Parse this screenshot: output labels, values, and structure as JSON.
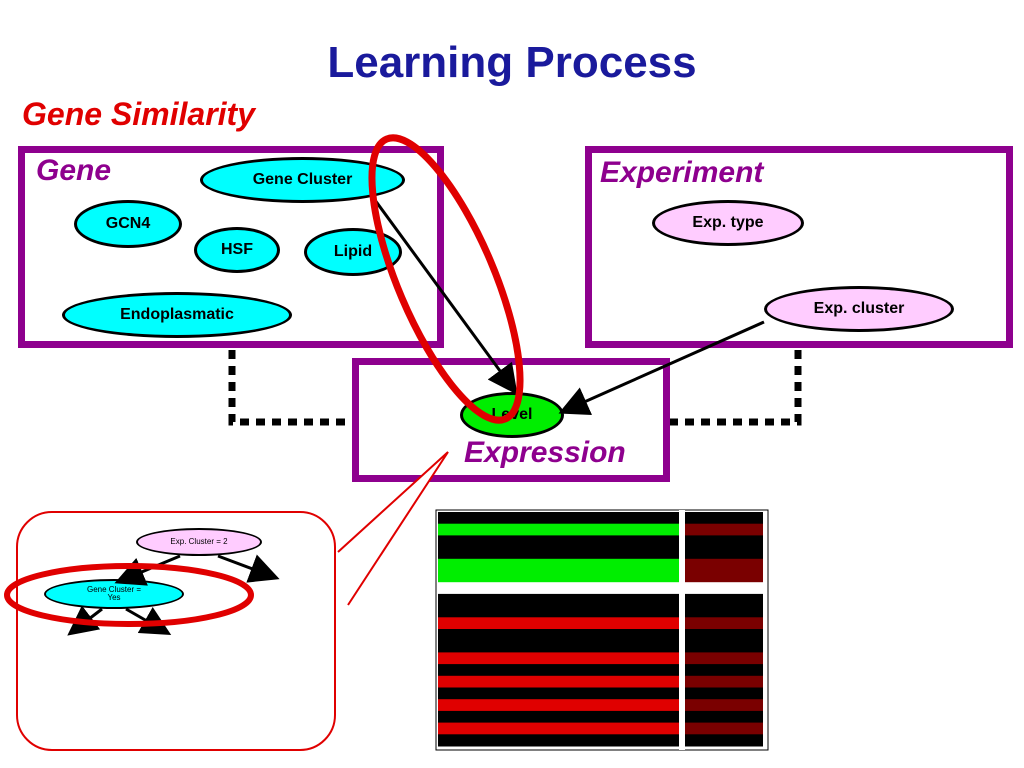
{
  "title": "Learning Process",
  "subtitle": "Gene Similarity",
  "gene_box": {
    "label": "Gene",
    "nodes": {
      "gene_cluster": "Gene Cluster",
      "gcn4": "GCN4",
      "hsf": "HSF",
      "lipid": "Lipid",
      "endoplasmatic": "Endoplasmatic"
    }
  },
  "experiment_box": {
    "label": "Experiment",
    "nodes": {
      "exp_type": "Exp. type",
      "exp_cluster": "Exp. cluster"
    }
  },
  "expression_box": {
    "label": "Expression",
    "nodes": {
      "level": "Level"
    }
  },
  "decision_tree": {
    "root": "Exp. Cluster = 2",
    "child_line1": "Gene Cluster =",
    "child_line2": "Yes"
  },
  "colors": {
    "title": "#1a1a9c",
    "highlight": "#e00000",
    "box_border": "#8e008e",
    "gene_node": "#00ffff",
    "experiment_node": "#ffccff",
    "level_node": "#00ee00"
  },
  "heatmap": {
    "left_rows": [
      "black",
      "green",
      "black",
      "black",
      "green",
      "green",
      "white",
      "black",
      "black",
      "red",
      "black",
      "black",
      "red",
      "black",
      "red",
      "black",
      "red",
      "black",
      "red",
      "black"
    ],
    "right_rows": [
      "black",
      "darkred",
      "black",
      "black",
      "darkred",
      "darkred",
      "white",
      "black",
      "black",
      "darkred",
      "black",
      "black",
      "darkred",
      "black",
      "darkred",
      "black",
      "darkred",
      "black",
      "darkred",
      "black"
    ]
  }
}
